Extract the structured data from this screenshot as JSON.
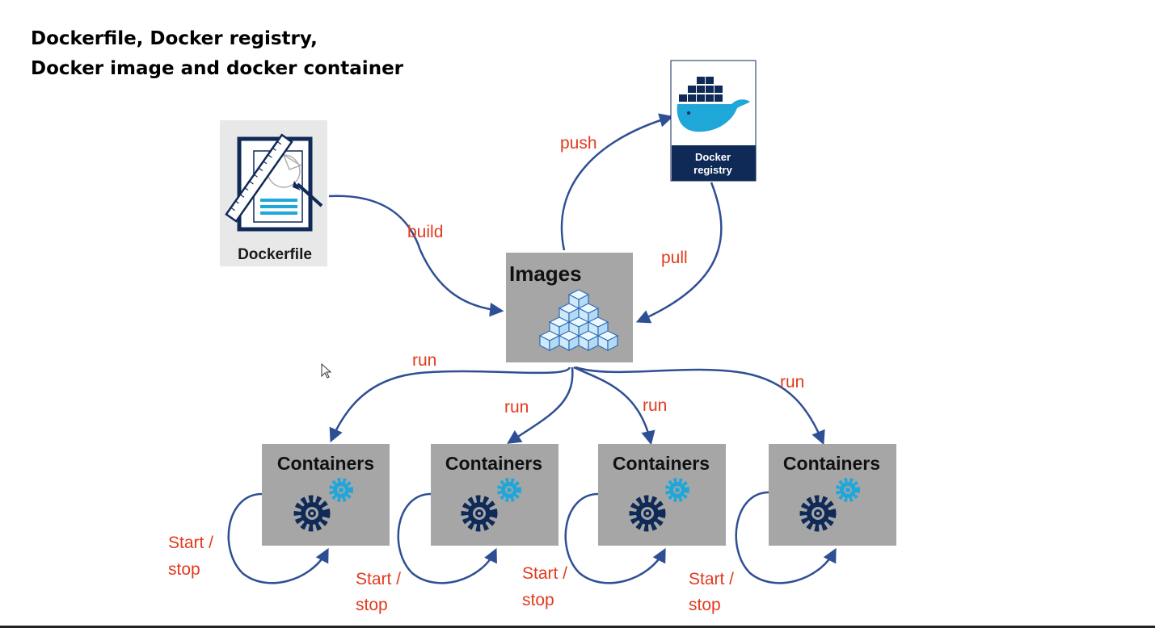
{
  "title": {
    "line1": "Dockerfile, Docker registry,",
    "line2": "Docker image and docker container"
  },
  "nodes": {
    "dockerfile": "Dockerfile",
    "registry_line1": "Docker",
    "registry_line2": "registry",
    "images": "Images",
    "containers": [
      "Containers",
      "Containers",
      "Containers",
      "Containers"
    ]
  },
  "edges": {
    "build": "build",
    "push": "push",
    "pull": "pull",
    "run": [
      "run",
      "run",
      "run",
      "run"
    ],
    "start_stop_line1": [
      "Start /",
      "Start /",
      "Start /",
      "Start /"
    ],
    "start_stop_line2": [
      "stop",
      "stop",
      "stop",
      "stop"
    ]
  },
  "colors": {
    "arrow": "#2f4f94",
    "label_red": "#e23a1e",
    "node_gray": "#a6a6a6",
    "navy": "#0f2a57",
    "light_blue": "#1fa7d9",
    "image_cube": "#d5ecfb"
  },
  "icons": [
    "blueprint-icon",
    "docker-whale-icon",
    "cubes-icon",
    "gears-icon",
    "mouse-cursor-icon"
  ]
}
